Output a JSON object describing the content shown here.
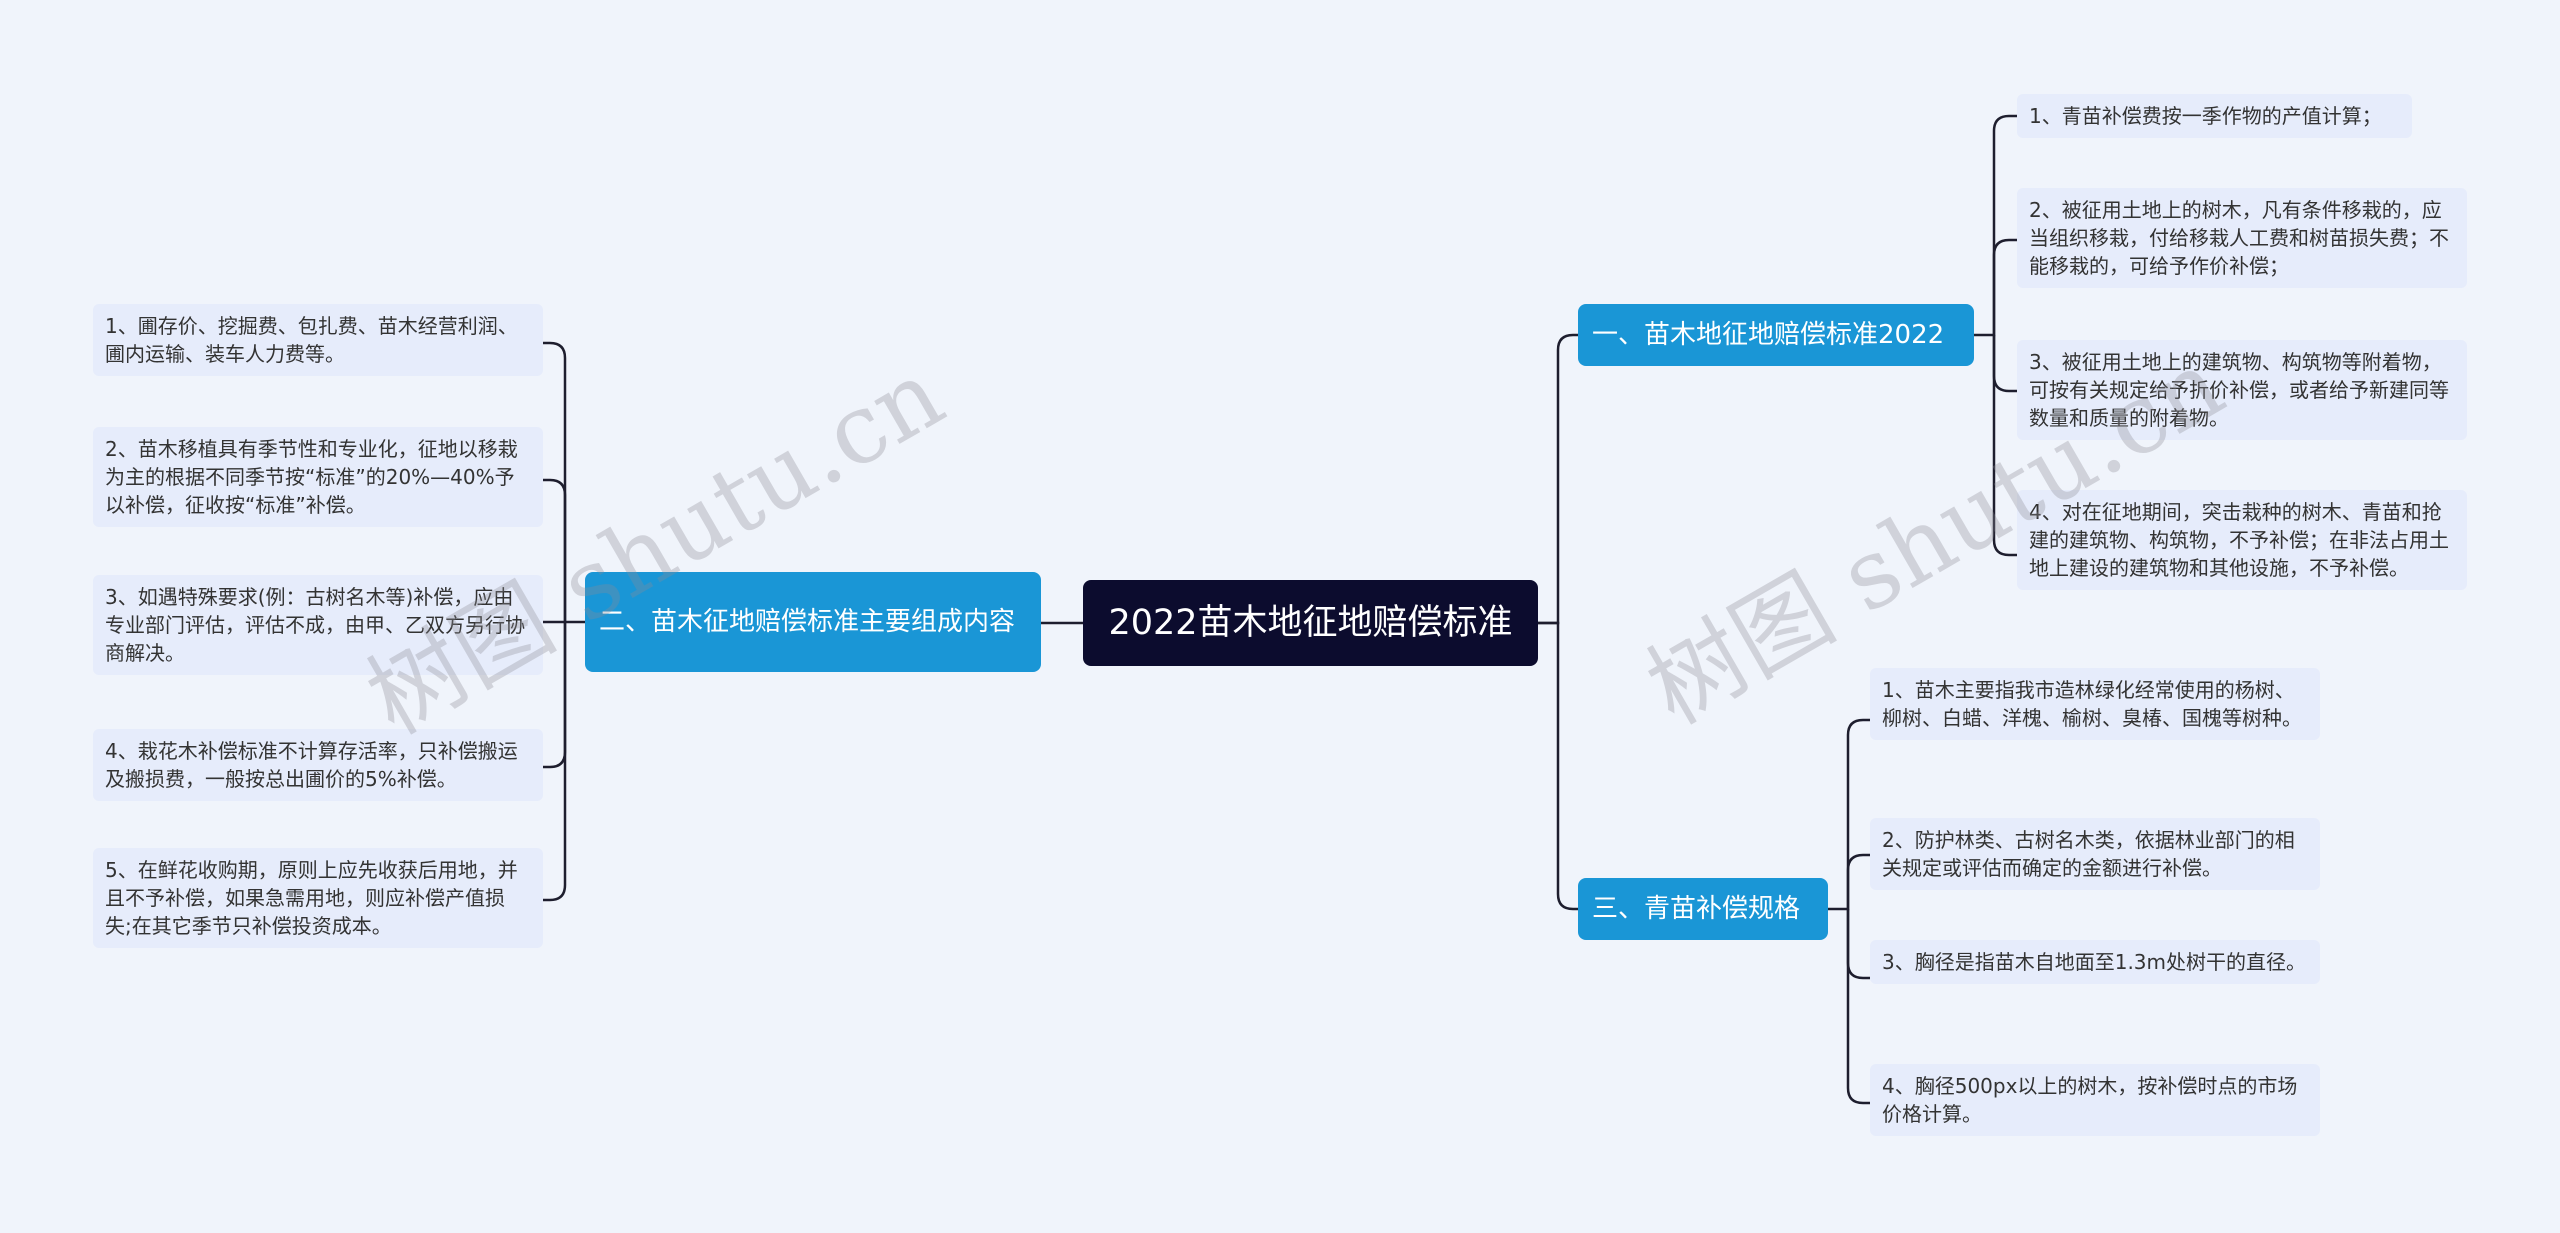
{
  "root": {
    "title": "2022苗木地征地赔偿标准"
  },
  "branches": {
    "b1": {
      "label": "一、苗木地征地赔偿标准2022",
      "items": [
        "1、青苗补偿费按一季作物的产值计算；",
        "2、被征用土地上的树木，凡有条件移栽的，应当组织移栽，付给移栽人工费和树苗损失费；不能移栽的，可给予作价补偿；",
        "3、被征用土地上的建筑物、构筑物等附着物，可按有关规定给予折价补偿，或者给予新建同等数量和质量的附着物。",
        "4、对在征地期间，突击栽种的树木、青苗和抢建的建筑物、构筑物，不予补偿；在非法占用土地上建设的建筑物和其他设施，不予补偿。"
      ]
    },
    "b2": {
      "label": "二、苗木征地赔偿标准主要组成内容",
      "items": [
        "1、圃存价、挖掘费、包扎费、苗木经营利润、圃内运输、装车人力费等。",
        "2、苗木移植具有季节性和专业化，征地以移栽为主的根据不同季节按“标准”的20%—40%予以补偿，征收按“标准”补偿。",
        "3、如遇特殊要求(例：古树名木等)补偿，应由专业部门评估，评估不成，由甲、乙双方另行协商解决。",
        "4、栽花木补偿标准不计算存活率，只补偿搬运及搬损费，一般按总出圃价的5%补偿。",
        "5、在鲜花收购期，原则上应先收获后用地，并且不予补偿，如果急需用地，则应补偿产值损失;在其它季节只补偿投资成本。"
      ]
    },
    "b3": {
      "label": "三、青苗补偿规格",
      "items": [
        "1、苗木主要指我市造林绿化经常使用的杨树、柳树、白蜡、洋槐、榆树、臭椿、国槐等树种。",
        "2、防护林类、古树名木类，依据林业部门的相关规定或评估而确定的金额进行补偿。",
        "3、胸径是指苗木自地面至1.3m处树干的直径。",
        "4、胸径500px以上的树木，按补偿时点的市场价格计算。"
      ]
    }
  },
  "watermarks": [
    "树图 shutu.cn",
    "树图 shutu.cn"
  ],
  "colors": {
    "root": "#0c0c2e",
    "branch": "#1a96d6",
    "leaf": "#e6ecfb",
    "background": "#f0f4fb"
  }
}
